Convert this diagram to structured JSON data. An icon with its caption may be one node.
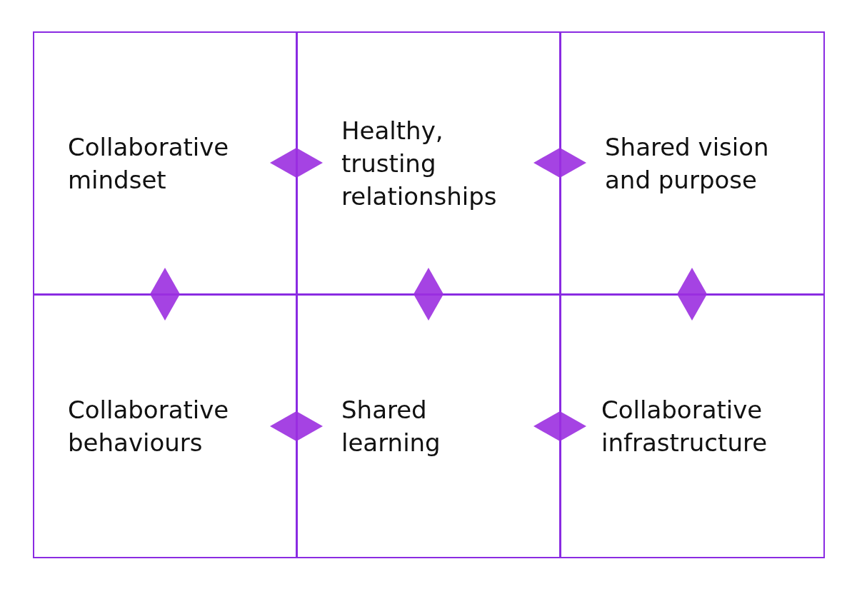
{
  "diagram": {
    "nodes": [
      {
        "text": [
          "Collaborative mindset"
        ]
      },
      {
        "text": [
          "Healthy, trusting relationships"
        ]
      },
      {
        "text": [
          "Shared vision and purpose"
        ]
      },
      {
        "text": [
          "Collaborative behaviours"
        ]
      },
      {
        "text": [
          "Shared learning"
        ]
      },
      {
        "text": [
          "Collaborative infrastructure"
        ]
      },
      {
        "text": [],
        "shape": "diamond"
      },
      {
        "text": [],
        "shape": "diamond"
      },
      {
        "text": [],
        "shape": "diamond"
      },
      {
        "text": [],
        "shape": "diamond"
      },
      {
        "text": [],
        "shape": "diamond"
      },
      {
        "text": [],
        "shape": "diamond"
      },
      {
        "text": [],
        "shape": "diamond"
      }
    ]
  }
}
